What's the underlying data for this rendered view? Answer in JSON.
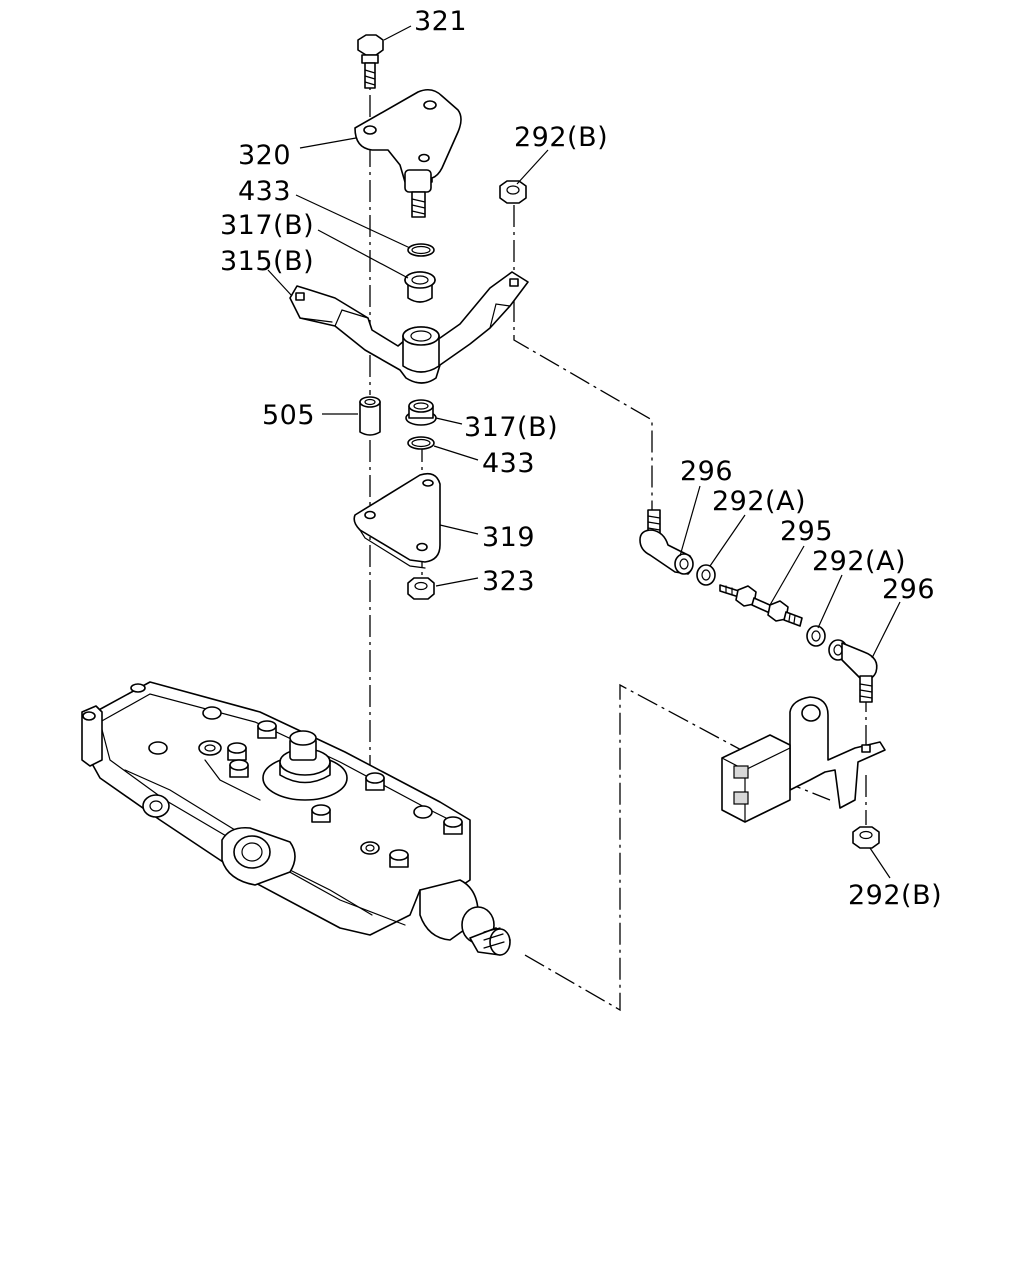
{
  "labels": {
    "p321": "321",
    "p320": "320",
    "p433a": "433",
    "p317b_top": "317(B)",
    "p315b": "315(B)",
    "p292b_top": "292(B)",
    "p505": "505",
    "p317b_low": "317(B)",
    "p433b": "433",
    "p319": "319",
    "p323": "323",
    "p296_left": "296",
    "p292a_left": "292(A)",
    "p295": "295",
    "p292a_right": "292(A)",
    "p296_right": "296",
    "p292b_bottom": "292(B)"
  },
  "colors": {
    "line": "#000000",
    "background": "#ffffff",
    "shade": "#d8d8d8"
  }
}
